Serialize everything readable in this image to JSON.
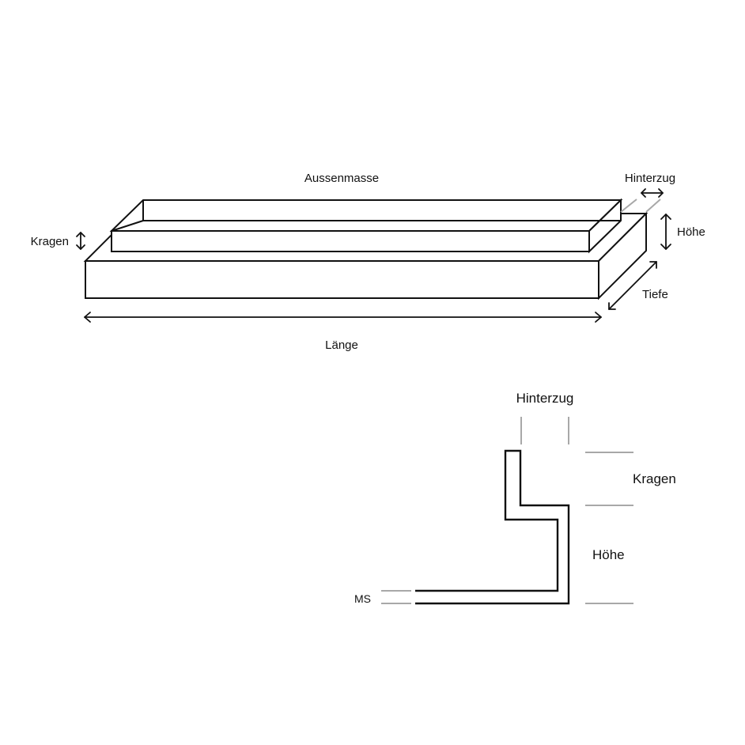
{
  "colors": {
    "line": "#111111",
    "guide": "#a8a8a8",
    "background": "#ffffff"
  },
  "isometric": {
    "top_label": "Aussenmasse",
    "label_hinterzug": "Hinterzug",
    "label_kragen": "Kragen",
    "label_hoehe": "Höhe",
    "label_tiefe": "Tiefe",
    "label_laenge": "Länge"
  },
  "profile": {
    "label_hinterzug": "Hinterzug",
    "label_kragen": "Kragen",
    "label_hoehe": "Höhe",
    "label_ms": "MS"
  }
}
